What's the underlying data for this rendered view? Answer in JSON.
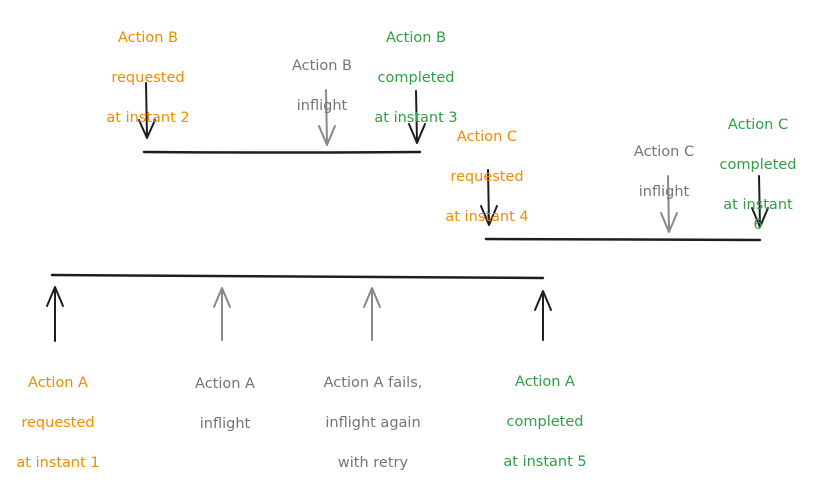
{
  "colors": {
    "requested": "#f08c00",
    "inflight": "#757575",
    "completed": "#2f9e44",
    "stroke": "#1e1e1e",
    "stroke_light": "#888888",
    "background": "#ffffff"
  },
  "labels": {
    "b_requested": [
      "Action B",
      "requested",
      "at instant 2"
    ],
    "b_inflight": [
      "Action B",
      "inflight"
    ],
    "b_completed": [
      "Action B",
      "completed",
      "at instant 3"
    ],
    "c_requested": [
      "Action C",
      "requested",
      "at instant 4"
    ],
    "c_inflight": [
      "Action C",
      "inflight"
    ],
    "c_completed": [
      "Action C",
      "completed",
      "at instant 6"
    ],
    "a_requested": [
      "Action A",
      "requested",
      "at instant 1"
    ],
    "a_inflight": [
      "Action A",
      "inflight"
    ],
    "a_retry": [
      "Action A fails,",
      "inflight again",
      "with retry"
    ],
    "a_completed": [
      "Action A",
      "completed",
      "at instant 5"
    ]
  }
}
